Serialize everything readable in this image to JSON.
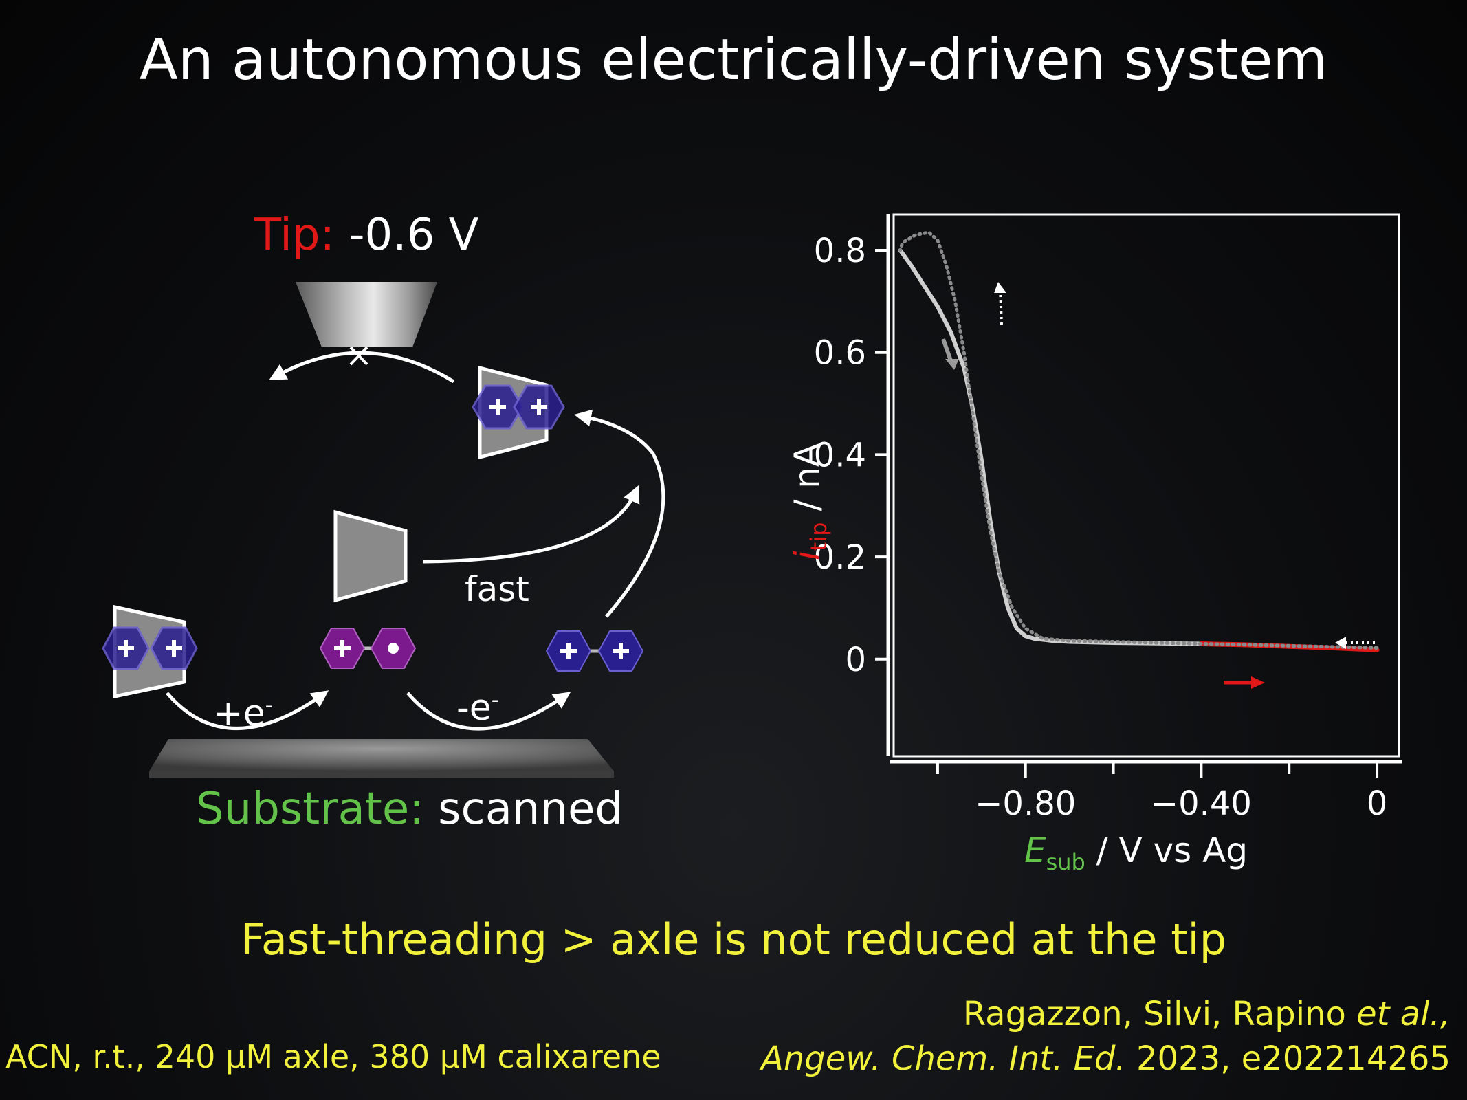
{
  "title": "An autonomous electrically-driven system",
  "tip": {
    "label": "Tip:",
    "value": "-0.6 V"
  },
  "substrate": {
    "label": "Substrate:",
    "value": "scanned"
  },
  "scheme": {
    "fast": "fast",
    "plus_e": "+e",
    "minus_e": "-e",
    "electron_superscript": "-"
  },
  "conclusion": "Fast-threading > axle is not reduced at the tip",
  "conditions": "ACN, r.t., 240 μM axle, 380 μM calixarene",
  "reference": {
    "authors": "Ragazzon, Silvi, Rapino",
    "etal": "et al.,",
    "journal": "Angew. Chem. Int. Ed.",
    "details": " 2023, e202214265"
  },
  "colors": {
    "tip_label": "#e01818",
    "substrate_label": "#62c24a",
    "conclusion": "#f2f23c",
    "axle_blue": "#2a1f8f",
    "axle_purple": "#7a1a8c",
    "macrocycle_gray": "#8a8a8a",
    "forward_scan": "#cfcfcf",
    "return_scan": "#8a8a8a",
    "red_segment": "#e01818"
  },
  "chart_data": {
    "type": "line",
    "xlabel": {
      "symbol": "E",
      "subscript": "sub",
      "rest": " / V vs Ag"
    },
    "ylabel": {
      "symbol": "i",
      "subscript": "tip",
      "rest": " / nA"
    },
    "xlim": [
      -1.1,
      0.05
    ],
    "ylim": [
      -0.19,
      0.87
    ],
    "xticks": [
      {
        "value": -0.8,
        "label": "−0.80"
      },
      {
        "value": -0.4,
        "label": "−0.40"
      },
      {
        "value": 0,
        "label": "0"
      }
    ],
    "xminor": [
      -1.0,
      -0.6,
      -0.2
    ],
    "yticks": [
      {
        "value": 0.8,
        "label": "0.8"
      },
      {
        "value": 0.6,
        "label": "0.6"
      },
      {
        "value": 0.4,
        "label": "0.4"
      },
      {
        "value": 0.2,
        "label": "0.2"
      },
      {
        "value": 0,
        "label": "0"
      }
    ],
    "series": [
      {
        "style": "solid",
        "x": [
          -1.085,
          -1.06,
          -1.03,
          -1.0,
          -0.97,
          -0.94,
          -0.92,
          -0.9,
          -0.88,
          -0.86,
          -0.84,
          -0.82,
          -0.8,
          -0.78,
          -0.74,
          -0.7,
          -0.6,
          -0.5,
          -0.4
        ],
        "y": [
          0.8,
          0.77,
          0.73,
          0.69,
          0.64,
          0.57,
          0.49,
          0.39,
          0.27,
          0.17,
          0.1,
          0.06,
          0.045,
          0.04,
          0.036,
          0.034,
          0.032,
          0.031,
          0.03
        ]
      },
      {
        "style": "red",
        "x": [
          -0.4,
          -0.3,
          -0.2,
          -0.1,
          0.0
        ],
        "y": [
          0.03,
          0.028,
          0.025,
          0.022,
          0.018
        ]
      },
      {
        "style": "dotted",
        "x": [
          0.0,
          -0.1,
          -0.2,
          -0.3,
          -0.4,
          -0.5,
          -0.6,
          -0.7,
          -0.76,
          -0.8,
          -0.83,
          -0.86,
          -0.88,
          -0.9,
          -0.92,
          -0.94,
          -0.96,
          -0.98,
          -1.0,
          -1.02,
          -1.05,
          -1.08,
          -1.085
        ],
        "y": [
          0.022,
          0.024,
          0.026,
          0.028,
          0.03,
          0.032,
          0.034,
          0.036,
          0.04,
          0.06,
          0.1,
          0.17,
          0.25,
          0.36,
          0.48,
          0.6,
          0.7,
          0.77,
          0.82,
          0.835,
          0.83,
          0.815,
          0.8
        ]
      }
    ]
  }
}
